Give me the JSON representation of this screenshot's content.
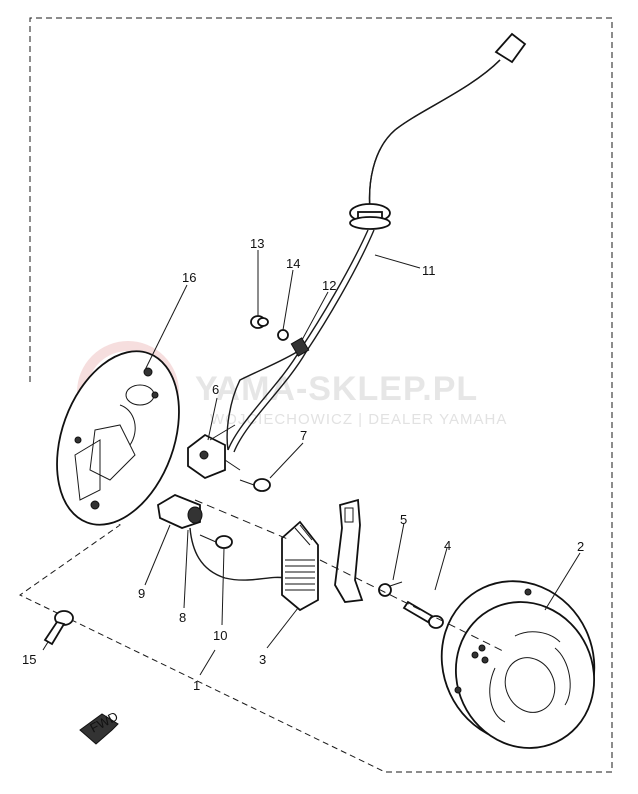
{
  "watermark": {
    "brand": "YAMA-SKLEP.PL",
    "tagline": "WOJCIECHOWICZ | DEALER YAMAHA",
    "color": "#e8c6c6"
  },
  "callouts": [
    {
      "id": "1",
      "label": "1"
    },
    {
      "id": "2",
      "label": "2"
    },
    {
      "id": "3",
      "label": "3"
    },
    {
      "id": "4",
      "label": "4"
    },
    {
      "id": "5",
      "label": "5"
    },
    {
      "id": "6",
      "label": "6"
    },
    {
      "id": "7",
      "label": "7"
    },
    {
      "id": "8",
      "label": "8"
    },
    {
      "id": "9",
      "label": "9"
    },
    {
      "id": "10",
      "label": "10"
    },
    {
      "id": "11",
      "label": "11"
    },
    {
      "id": "12",
      "label": "12"
    },
    {
      "id": "13",
      "label": "13"
    },
    {
      "id": "14",
      "label": "14"
    },
    {
      "id": "15",
      "label": "15"
    },
    {
      "id": "16",
      "label": "16"
    }
  ],
  "fwd_marker": {
    "label": "FWD"
  }
}
